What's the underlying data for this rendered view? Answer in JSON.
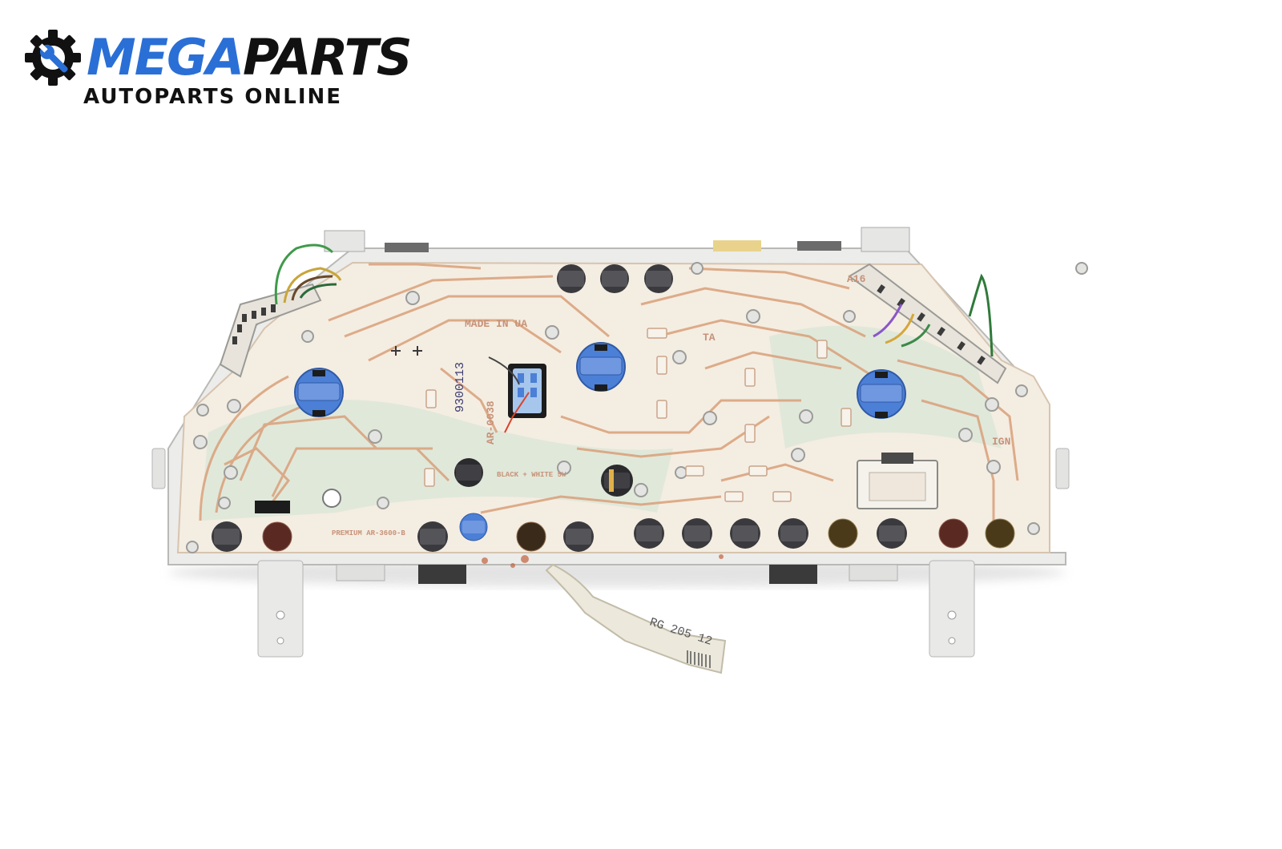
{
  "brand": {
    "name_part1": "MEGA",
    "name_part2": "PARTS",
    "tagline": "AUTOPARTS ONLINE",
    "color_primary": "#2a6fd6",
    "color_dark": "#111111"
  },
  "product_photo": {
    "subject": "instrument cluster rear view",
    "printed_text": {
      "made_in": "MADE IN UA",
      "part_code_vertical": "9300113",
      "part_code_2": "AR-0038",
      "label_black_white": "BLACK + WHITE 5W",
      "label_lower_left": "PREMIUM AR-3600-B",
      "tag_label": "RG 205 12",
      "pad_ign": "IGN",
      "pad_ta": "TA",
      "pad_a16": "A16"
    },
    "colors": {
      "board": "#f4ede2",
      "trace": "#d9a079",
      "trace_green": "#cfe4d4",
      "blue_socket": "#4c7fd6",
      "bulb_holder": "#3a3a3e",
      "empty_hole": "#5a2a22",
      "frame": "#ececeb"
    }
  }
}
